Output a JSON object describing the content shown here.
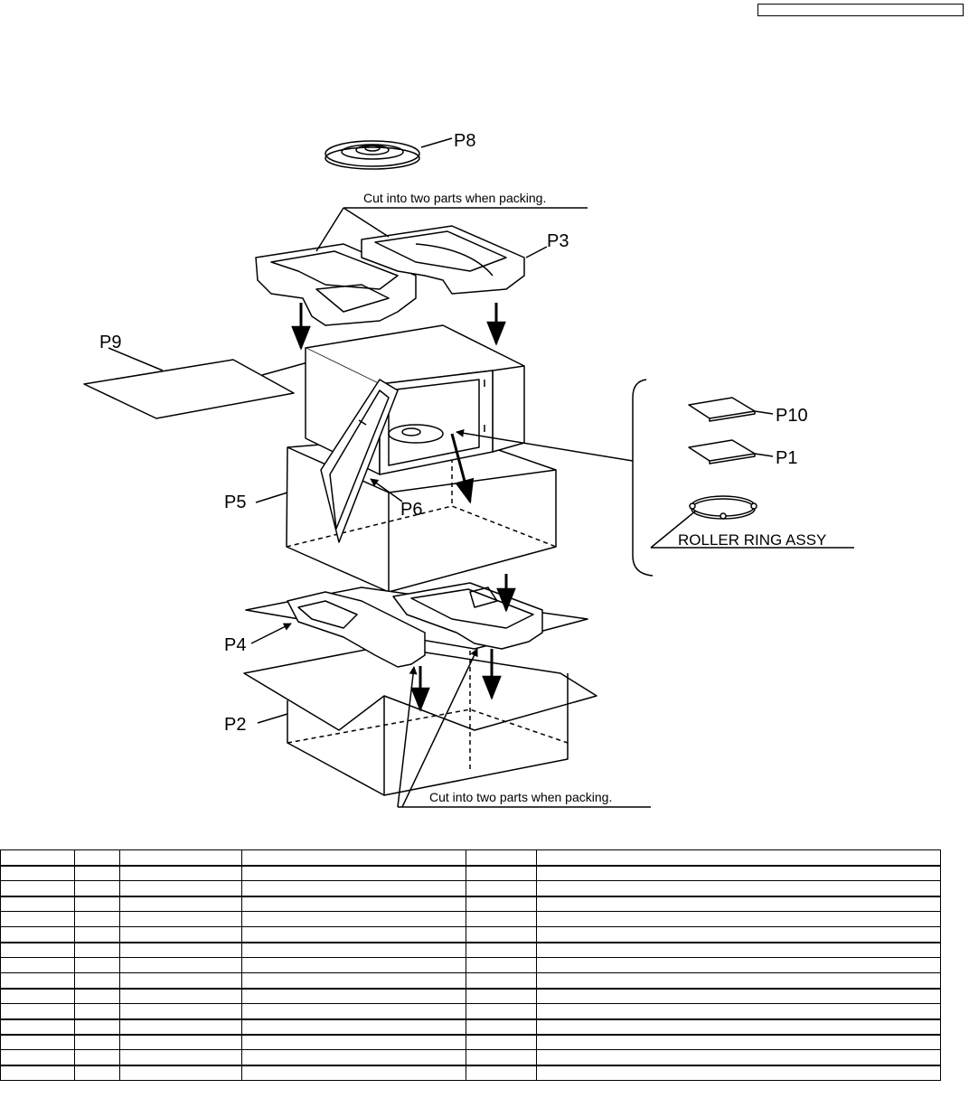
{
  "header": {
    "reference": ""
  },
  "labels": {
    "p8": "P8",
    "p3": "P3",
    "p9": "P9",
    "p10": "P10",
    "p1": "P1",
    "p5": "P5",
    "p6": "P6",
    "p4": "P4",
    "p2": "P2",
    "roller_ring": "ROLLER RING ASSY",
    "cut_note_top": "Cut into two parts when packing.",
    "cut_note_bottom": "Cut into two parts when packing."
  },
  "table": {
    "columns": [
      "",
      "",
      "",
      "",
      "",
      ""
    ],
    "rows": [
      [
        "",
        "",
        "",
        "",
        "",
        ""
      ],
      [
        "",
        "",
        "",
        "",
        "",
        ""
      ],
      [
        "",
        "",
        "",
        "",
        "",
        ""
      ],
      [
        "",
        "",
        "",
        "",
        "",
        ""
      ],
      [
        "",
        "",
        "",
        "",
        "",
        ""
      ],
      [
        "",
        "",
        "",
        "",
        "",
        ""
      ],
      [
        "",
        "",
        "",
        "",
        "",
        ""
      ],
      [
        "",
        "",
        "",
        "",
        "",
        ""
      ],
      [
        "",
        "",
        "",
        "",
        "",
        ""
      ],
      [
        "",
        "",
        "",
        "",
        "",
        ""
      ],
      [
        "",
        "",
        "",
        "",
        "",
        ""
      ],
      [
        "",
        "",
        "",
        "",
        "",
        ""
      ],
      [
        "",
        "",
        "",
        "",
        "",
        ""
      ],
      [
        "",
        "",
        "",
        "",
        "",
        ""
      ]
    ]
  }
}
